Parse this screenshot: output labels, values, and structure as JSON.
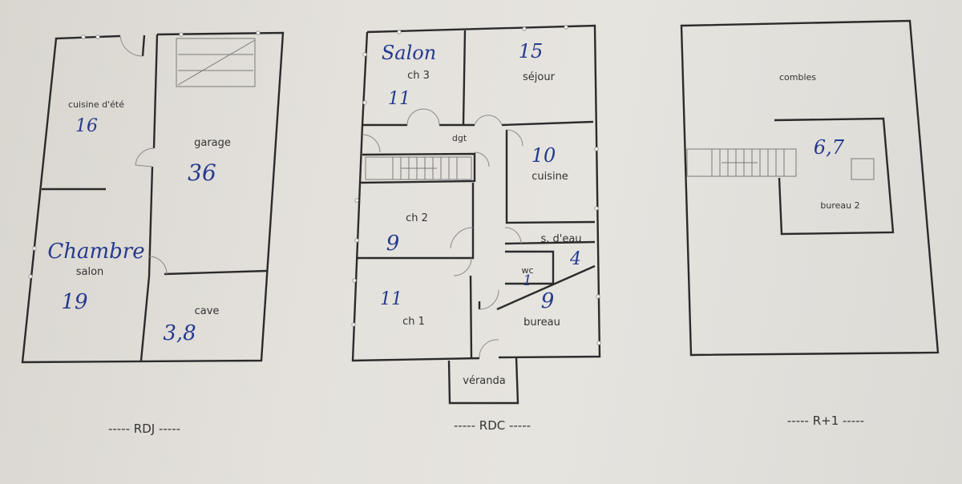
{
  "levels": {
    "rdj": "----- RDJ -----",
    "rdc": "----- RDC -----",
    "r1": "----- R+1 -----"
  },
  "rdj": {
    "cuisine_ete": "cuisine d'été",
    "cuisine_ete_area": "16",
    "garage": "garage",
    "garage_area": "36",
    "chambre_note": "Chambre",
    "salon": "salon",
    "salon_area": "19",
    "cave": "cave",
    "cave_area": "3,8"
  },
  "rdc": {
    "salon_note": "Salon",
    "ch3": "ch 3",
    "ch3_area": "11",
    "sejour_area": "15",
    "sejour": "séjour",
    "dgt": "dgt",
    "cuisine_area": "10",
    "cuisine": "cuisine",
    "ch2": "ch 2",
    "ch2_area": "9",
    "seau": "s. d'eau",
    "seau_area": "4",
    "wc": "wc",
    "wc_area": "1",
    "ch1_area": "11",
    "ch1": "ch 1",
    "bureau_area": "9",
    "bureau": "bureau",
    "veranda": "véranda"
  },
  "r1": {
    "combles": "combles",
    "bureau2_area": "6,7",
    "bureau2": "bureau 2"
  }
}
